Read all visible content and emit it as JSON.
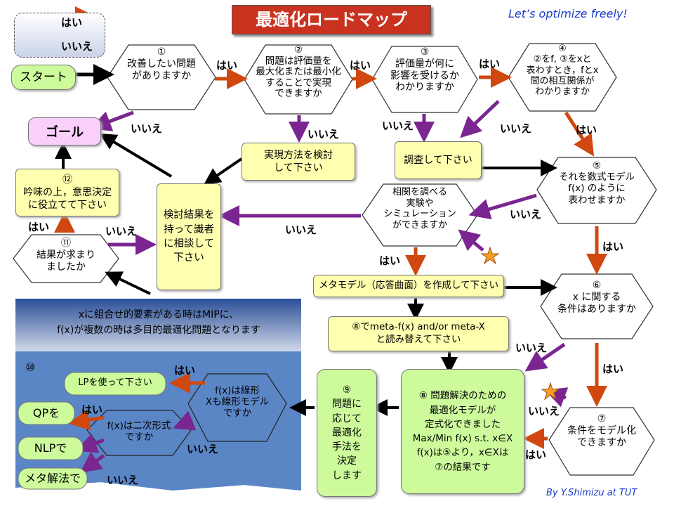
{
  "title": "最適化ロードマップ",
  "slogan": "Let’s optimize freely!",
  "credit": "By Y.Shimizu at TUT",
  "legend": {
    "yes": "はい",
    "no": "いいえ"
  },
  "nodes": {
    "start": "スタート",
    "goal": "ゴール",
    "q1": "①\n改善したい問題\nがありますか",
    "q2": "②\n問題は評価量を\n最大化または最小化\nすることで実現\nできますか",
    "q3": "③\n評価量が何に\n影響を受けるか\nわかりますか",
    "q4": "④\n②をf, ③をxと\n表わすとき，fとx\n間の相互関係が\nわかりますか",
    "q5": "⑤\nそれを数式モデル\nf(x) のように\n表わせますか",
    "q6": "⑥\nx に関する\n条件はありますか",
    "q7": "⑦\n条件をモデル化\nできますか",
    "q11": "⑪\n結果が求まり\nましたか",
    "correlation": "相関を調べる\n実験や\nシミュレーション\nができますか",
    "realize": "実現方法を検討\nして下さい",
    "investigate": "調査して下さい",
    "consult": "検討結果を\n持って識者\nに相談して\n下さい",
    "meta_model": "メタモデル（応答曲面）を作成して下さい",
    "reread": "⑧でmeta-f(x) and/or meta-X\nと読み替えて下さい",
    "evaluate": "⑫\n吟味の上，意思決定\nに役立てて下さい",
    "step8": "⑧ 問題解決のための\n最適化モデルが\n定式化できました\nMax/Min  f(x)  s.t. x∈X\nf(x)は⑤より，x∈Xは\n⑦の結果です",
    "step9": "⑨\n問題に\n応じて\n最適化\n手法を\n決定\nします",
    "panel_text": "xに組合せ的要素がある時はMIPに、\nf(x)が複数の時は多目的最適化問題となります",
    "step10": "⑩",
    "linear": "f(x)は線形\nXも線形モデル\nですか",
    "quadratic": "f(x)は二次形式\nですか",
    "lp": "LPを使って下さい",
    "qp": "QPを",
    "nlp": "NLPで",
    "meta": "メタ解法で"
  },
  "labels": {
    "yes": "はい",
    "no": "いいえ"
  },
  "colors": {
    "yes_arrow": "#d04810",
    "no_arrow": "#7a2590",
    "flow_arrow": "#000000",
    "title_bg": "#c8321e",
    "yellow_box": "#ffffb0",
    "green_box": "#cdfb9c",
    "pink_box": "#fad0fa",
    "panel_blue": "#5b86c6",
    "star": "#f5a020"
  }
}
